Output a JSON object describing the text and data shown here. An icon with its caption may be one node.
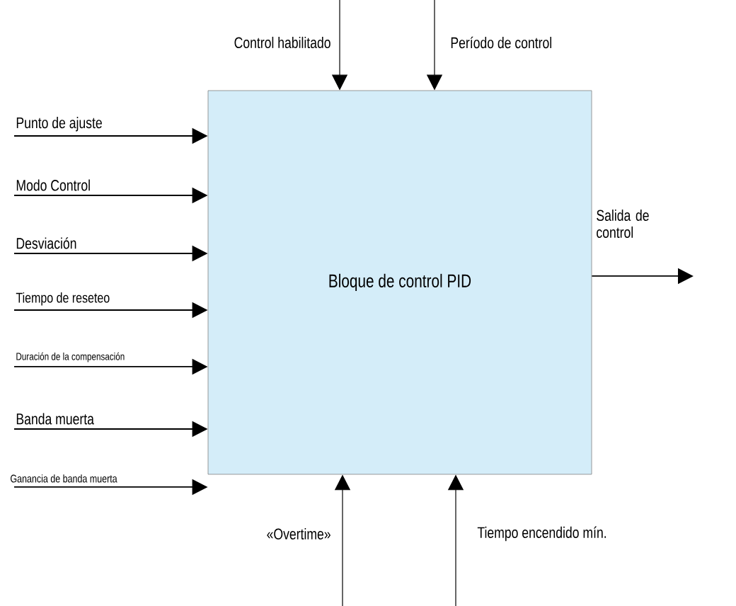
{
  "diagram": {
    "nodes": [
      {
        "text": [
          "Punto de ajuste"
        ]
      },
      {
        "text": [
          "Modo Control"
        ]
      },
      {
        "text": [
          "Desviación"
        ]
      },
      {
        "text": [
          "Tiempo de reseteo"
        ]
      },
      {
        "text": [
          "Duración de la compensación"
        ]
      },
      {
        "text": [
          "Banda muerta"
        ]
      },
      {
        "text": [
          "Ganancia de banda muerta"
        ]
      },
      {
        "text": [
          "Bloque de control PID"
        ]
      },
      {
        "text": [
          "Salida de control"
        ]
      }
    ],
    "edges": [
      {
        "from": null,
        "to": 7,
        "arrow": "to"
      },
      {
        "from": null,
        "to": 7,
        "arrow": "to"
      },
      {
        "from": 0,
        "to": 7,
        "arrow": "to"
      },
      {
        "from": 1,
        "to": 7,
        "arrow": "to"
      },
      {
        "from": 2,
        "to": 7,
        "arrow": "to"
      },
      {
        "from": 3,
        "to": 7,
        "arrow": "to"
      },
      {
        "from": 4,
        "to": 7,
        "arrow": "to"
      },
      {
        "from": 5,
        "to": 7,
        "arrow": "to"
      },
      {
        "from": 6,
        "to": 7,
        "arrow": "to"
      },
      {
        "from": 7,
        "to": 8,
        "arrow": "to"
      },
      {
        "from": null,
        "to": 7,
        "arrow": "to"
      },
      {
        "from": null,
        "to": 7,
        "arrow": "to"
      }
    ],
    "labels": [
      "Control habilitado",
      "Período de control",
      "«Overtime»",
      "Tiempo encendido mín."
    ]
  }
}
